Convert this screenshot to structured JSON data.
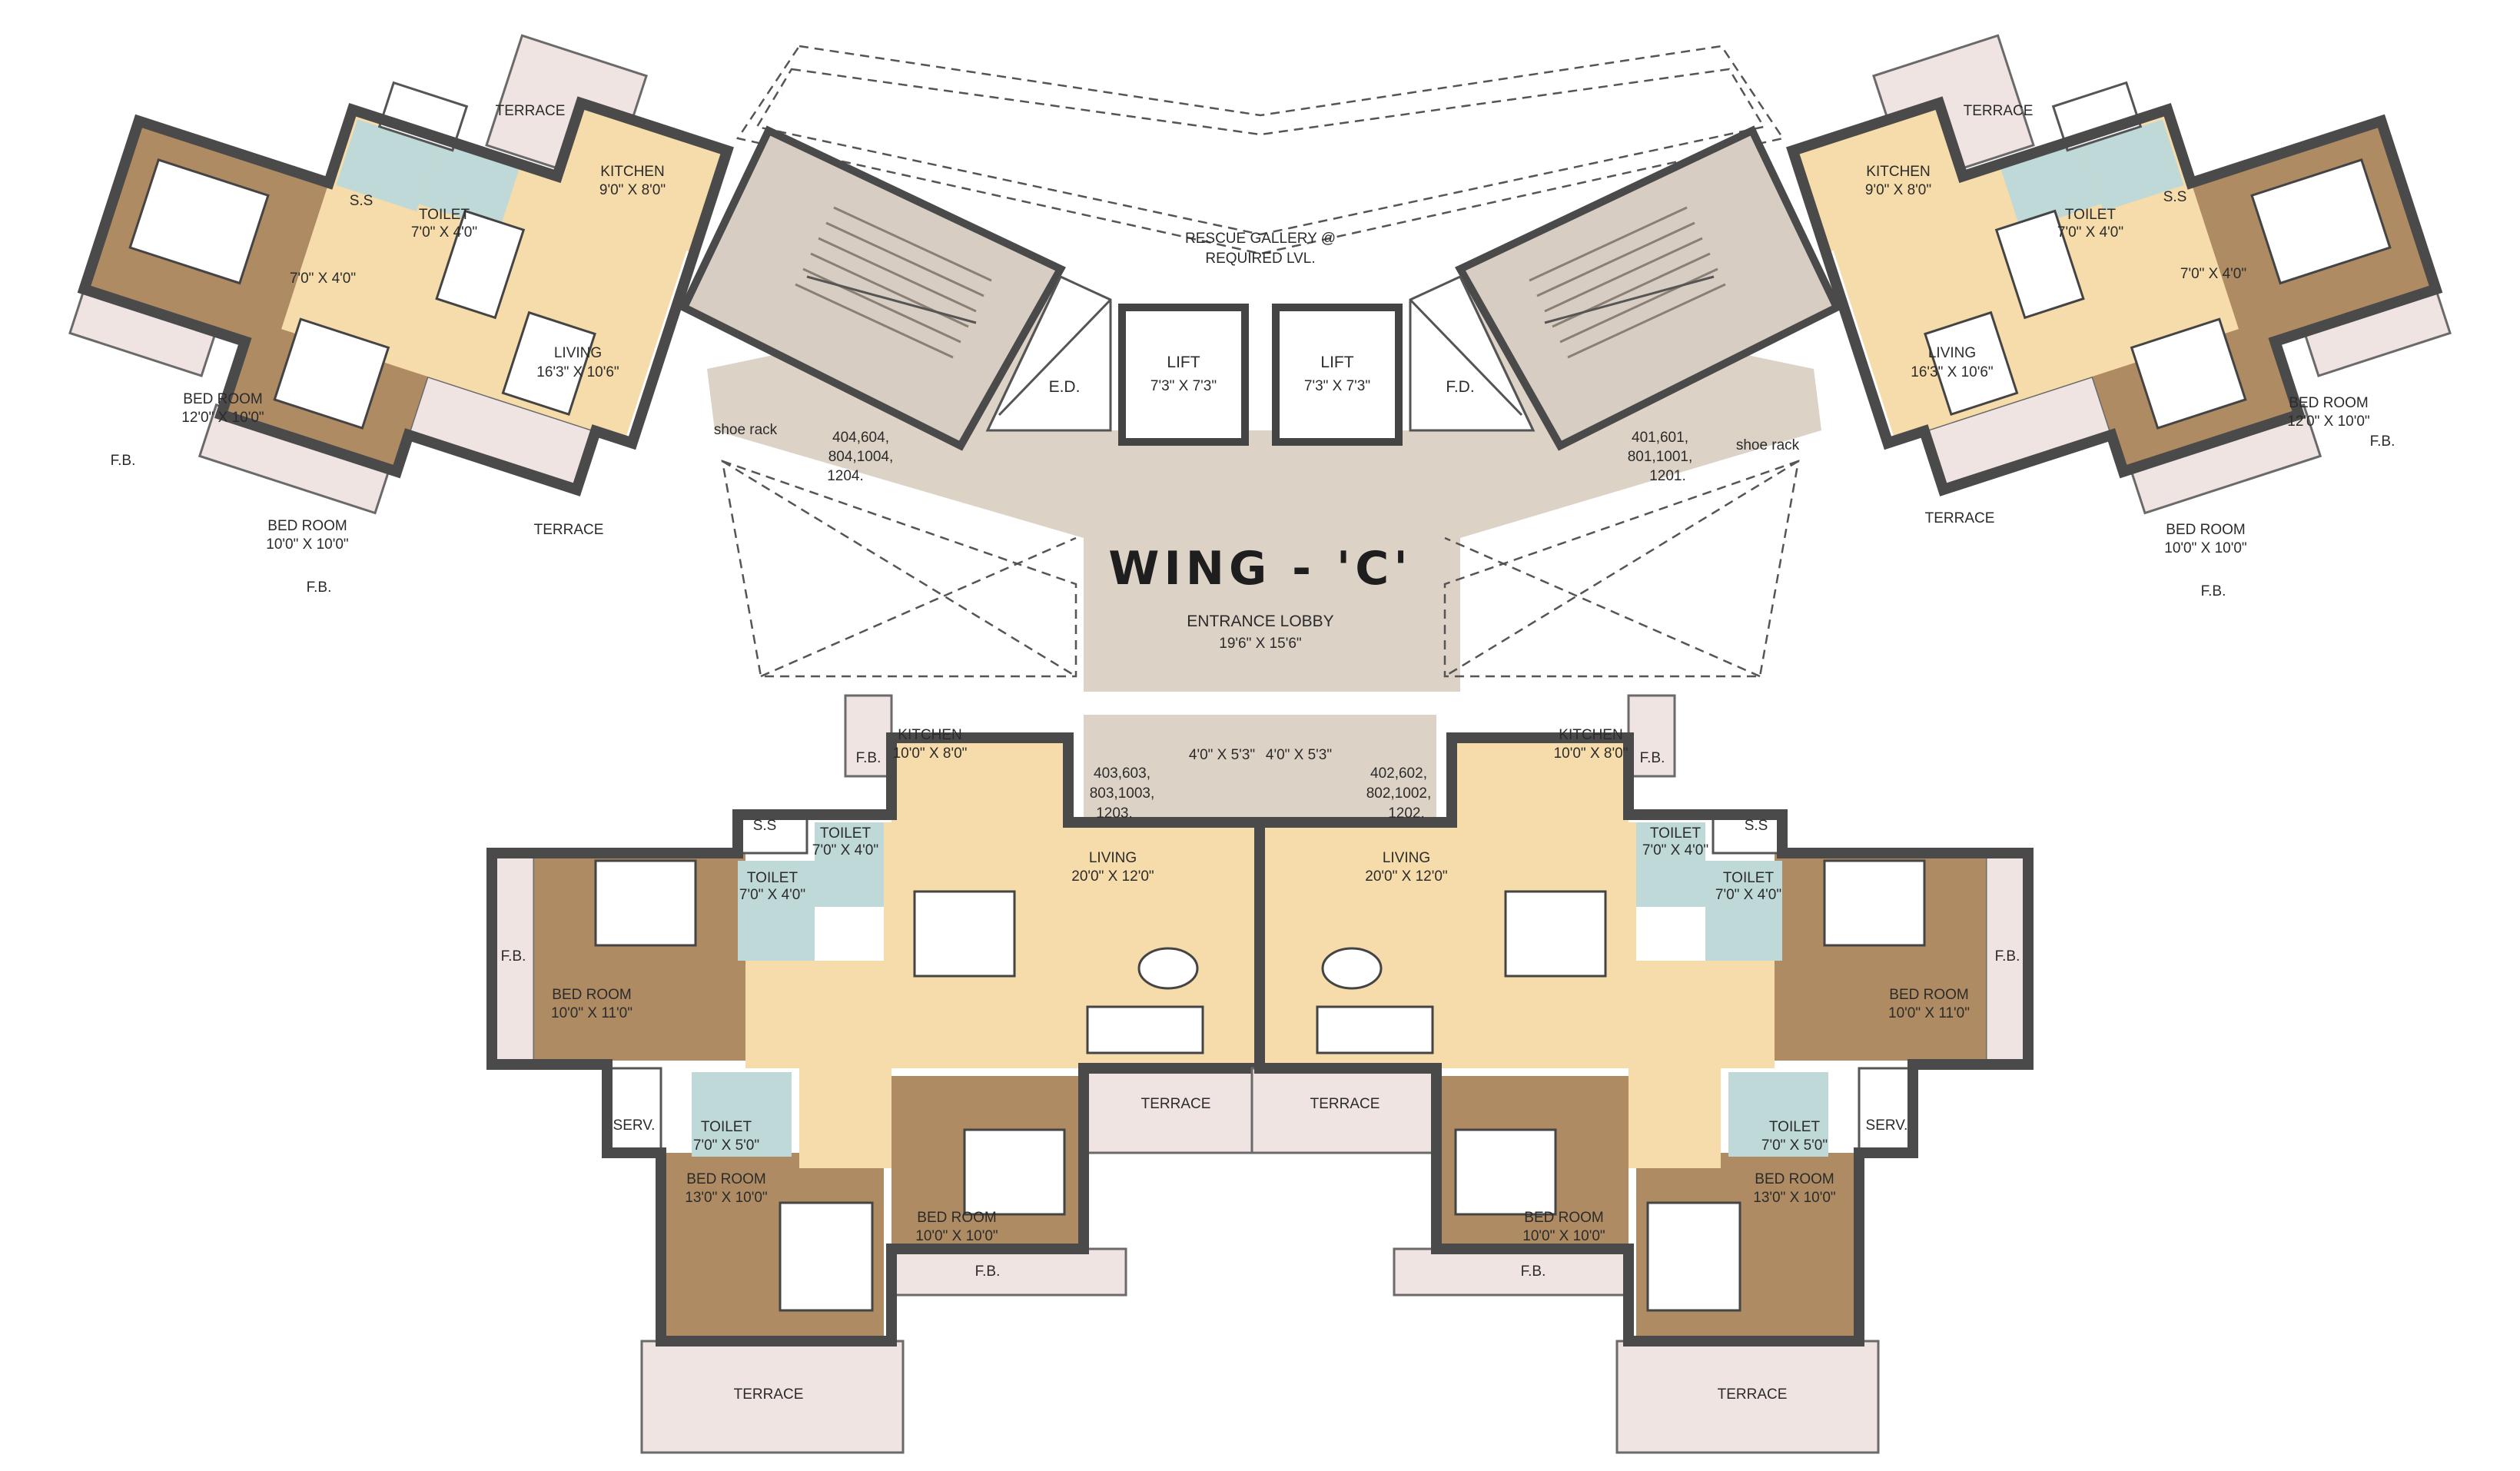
{
  "plan": {
    "wing_title": "WING - 'C'",
    "lobby": {
      "name": "ENTRANCE LOBBY",
      "size": "19'6\" X 15'6\""
    },
    "rescue": {
      "line1": "RESCUE GALLERY @",
      "line2": "REQUIRED LVL."
    },
    "lifts": [
      {
        "name": "LIFT",
        "size": "7'3\" X 7'3\""
      },
      {
        "name": "LIFT",
        "size": "7'3\" X 7'3\""
      }
    ],
    "fire_ducts": [
      "E.D.",
      "F.D."
    ],
    "shoe_rack": "shoe rack",
    "flat_numbers": {
      "top_left": [
        "404,604,",
        "804,1004,",
        "1204."
      ],
      "top_right": [
        "401,601,",
        "801,1001,",
        "1201."
      ],
      "bottom_left": [
        "403,603,",
        "803,1003,",
        "1203."
      ],
      "bottom_right": [
        "402,602,",
        "802,1002,",
        "1202."
      ]
    },
    "passages": [
      "4'0\" X 5'3\"",
      "4'0\" X 5'3\""
    ],
    "top_left_flat": {
      "kitchen": {
        "name": "KITCHEN",
        "size": "9'0\" X 8'0\""
      },
      "living": {
        "name": "LIVING",
        "size": "16'3\" X 10'6\""
      },
      "toilet_a": {
        "name": "TOILET",
        "size": "7'0\" X 4'0\""
      },
      "toilet_b_size": "7'0\" X 4'0\"",
      "bed1": {
        "name": "BED ROOM",
        "size": "12'0\" X 10'0\""
      },
      "bed2": {
        "name": "BED ROOM",
        "size": "10'0\" X 10'0\""
      },
      "terrace": [
        "TERRACE",
        "TERRACE"
      ],
      "fb": [
        "F.B.",
        "F.B."
      ],
      "ss": "S.S"
    },
    "top_right_flat": {
      "kitchen": {
        "name": "KITCHEN",
        "size": "9'0\" X 8'0\""
      },
      "living": {
        "name": "LIVING",
        "size": "16'3\" X 10'6\""
      },
      "toilet_a": {
        "name": "TOILET",
        "size": "7'0\" X 4'0\""
      },
      "toilet_b_size": "7'0\" X 4'0\"",
      "bed1": {
        "name": "BED ROOM",
        "size": "12'0\" X 10'0\""
      },
      "bed2": {
        "name": "BED ROOM",
        "size": "10'0\" X 10'0\""
      },
      "terrace": [
        "TERRACE",
        "TERRACE"
      ],
      "fb": [
        "F.B.",
        "F.B."
      ],
      "ss": "S.S"
    },
    "bottom_left_flat": {
      "kitchen": {
        "name": "KITCHEN",
        "size": "10'0\" X 8'0\""
      },
      "living": {
        "name": "LIVING",
        "size": "20'0\" X 12'0\""
      },
      "toilet_a": {
        "name": "TOILET",
        "size": "7'0\" X 4'0\""
      },
      "toilet_b": {
        "name": "TOILET",
        "size": "7'0\" X 4'0\""
      },
      "toilet_c": {
        "name": "TOILET",
        "size": "7'0\" X 5'0\""
      },
      "bed1": {
        "name": "BED ROOM",
        "size": "10'0\" X 11'0\""
      },
      "bed2": {
        "name": "BED ROOM",
        "size": "13'0\" X 10'0\""
      },
      "bed3": {
        "name": "BED ROOM",
        "size": "10'0\" X 10'0\""
      },
      "terrace": [
        "TERRACE",
        "TERRACE"
      ],
      "fb": [
        "F.B.",
        "F.B.",
        "F.B."
      ],
      "ss": "S.S",
      "serv": "SERV."
    },
    "bottom_right_flat": {
      "kitchen": {
        "name": "KITCHEN",
        "size": "10'0\" X 8'0\""
      },
      "living": {
        "name": "LIVING",
        "size": "20'0\" X 12'0\""
      },
      "toilet_a": {
        "name": "TOILET",
        "size": "7'0\" X 4'0\""
      },
      "toilet_b": {
        "name": "TOILET",
        "size": "7'0\" X 4'0\""
      },
      "toilet_c": {
        "name": "TOILET",
        "size": "7'0\" X 5'0\""
      },
      "bed1": {
        "name": "BED ROOM",
        "size": "10'0\" X 11'0\""
      },
      "bed2": {
        "name": "BED ROOM",
        "size": "13'0\" X 10'0\""
      },
      "bed3": {
        "name": "BED ROOM",
        "size": "10'0\" X 10'0\""
      },
      "terrace": [
        "TERRACE",
        "TERRACE"
      ],
      "fb": [
        "F.B.",
        "F.B.",
        "F.B."
      ],
      "ss": "S.S",
      "serv": "SERV."
    }
  }
}
